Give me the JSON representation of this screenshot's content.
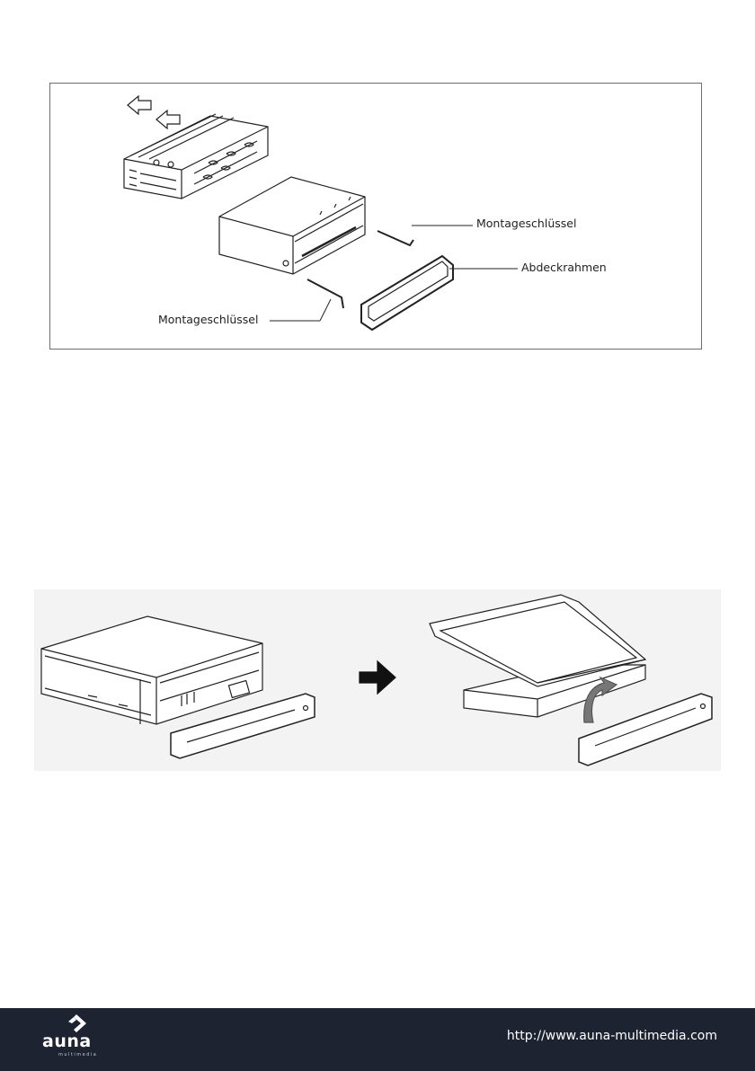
{
  "figure1": {
    "label_key_top": "Montageschlüssel",
    "label_frame": "Abdeckrahmen",
    "label_key_bottom": "Montageschlüssel"
  },
  "footer": {
    "brand": "auna",
    "brand_sub": "multimedia",
    "url": "http://www.auna-multimedia.com",
    "background": "#1e2331"
  }
}
